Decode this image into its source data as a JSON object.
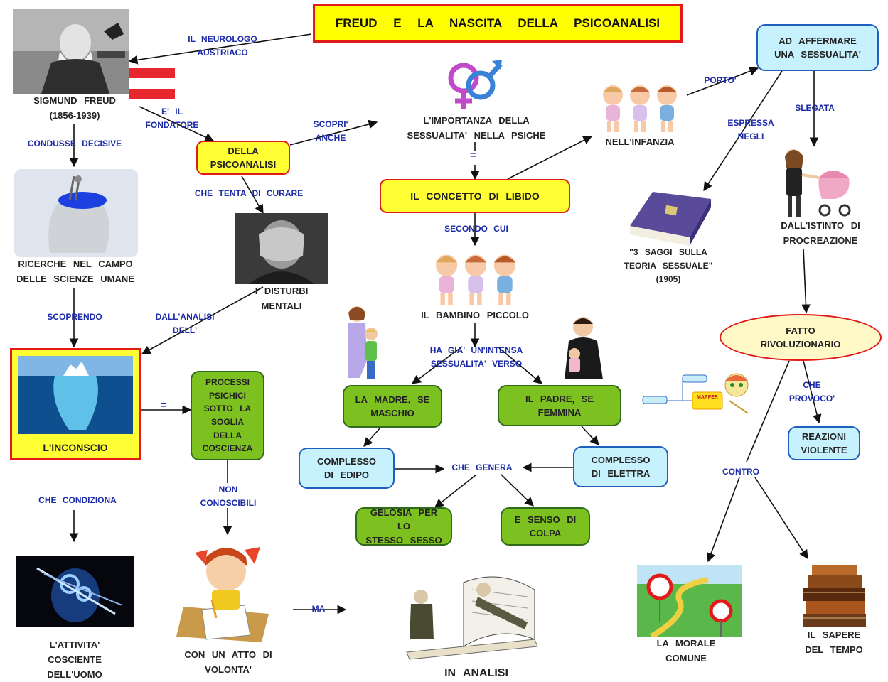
{
  "title": "FREUD  E  LA  NASCITA  DELLA  PSICOANALISI",
  "nodes": {
    "freud_name": "SIGMUND  FREUD\n(1856-1939)",
    "psicoanalisi": "DELLA\nPSICOANALISI",
    "importanza": "L'IMPORTANZA  DELLA\nSESSUALITA'  NELLA  PSICHE",
    "libido": "IL  CONCETTO  DI  LIBIDO",
    "infanzia": "NELL'INFANZIA",
    "affermare": "AD  AFFERMARE\nUNA  SESSUALITA'",
    "ricerche": "RICERCHE  NEL  CAMPO\nDELLE  SCIENZE  UMANE",
    "disturbi": "I  DISTURBI\nMENTALI",
    "bambino": "IL  BAMBINO  PICCOLO",
    "saggi": "\"3  SAGGI  SULLA\nTEORIA  SESSUALE\"\n(1905)",
    "procreazione": "DALL'ISTINTO  DI\nPROCREAZIONE",
    "inconscio": "L'INCONSCIO",
    "processi": "PROCESSI\nPSICHICI\nSOTTO  LA\nSOGLIA\nDELLA\nCOSCIENZA",
    "madre": "LA  MADRE,  SE\nMASCHIO",
    "padre": "IL  PADRE,  SE\nFEMMINA",
    "rivoluzionario": "FATTO\nRIVOLUZIONARIO",
    "reazioni": "REAZIONI\nVIOLENTE",
    "edipo": "COMPLESSO\nDI  EDIPO",
    "elettra": "COMPLESSO\nDI  ELETTRA",
    "gelosia": "GELOSIA  PER  LO\nSTESSO  SESSO",
    "colpa": "E  SENSO  DI\nCOLPA",
    "attivita": "L'ATTIVITA'\nCOSCIENTE\nDELL'UOMO",
    "volonta": "CON  UN  ATTO  DI\nVOLONTA'",
    "analisi": "IN  ANALISI",
    "morale": "LA  MORALE\nCOMUNE",
    "sapere": "IL  SAPERE\nDEL  TEMPO"
  },
  "links": {
    "neurologo": "IL  NEUROLOGO\nAUSTRIACO",
    "fondatore": "E'  IL\nFONDATORE",
    "scopri": "SCOPRI'\nANCHE",
    "porto": "PORTO'",
    "espressa": "ESPRESSA\nNEGLI",
    "slegata": "SLEGATA",
    "condusse": "CONDUSSE  DECISIVE",
    "curare": "CHE  TENTA  DI  CURARE",
    "secondo": "SECONDO  CUI",
    "scoprendo": "SCOPRENDO",
    "analisi_dell": "DALL'ANALISI\nDELL'",
    "intensa": "HA  GIA'  UN'INTENSA\nSESSUALITA'  VERSO",
    "provoco": "CHE\nPROVOCO'",
    "condiziona": "CHE  CONDIZIONA",
    "genera": "CHE  GENERA",
    "contro": "CONTRO",
    "non_conoscibili": "NON\nCONOSCIBILI",
    "ma": "MA",
    "equals": "="
  },
  "mapper_logo": "MAPPER",
  "colors": {
    "yellow": "#ffff33",
    "red_border": "#e21a1a",
    "green": "#7dc120",
    "light_blue": "#c7f1fc",
    "link_text": "#1b2ba8"
  }
}
